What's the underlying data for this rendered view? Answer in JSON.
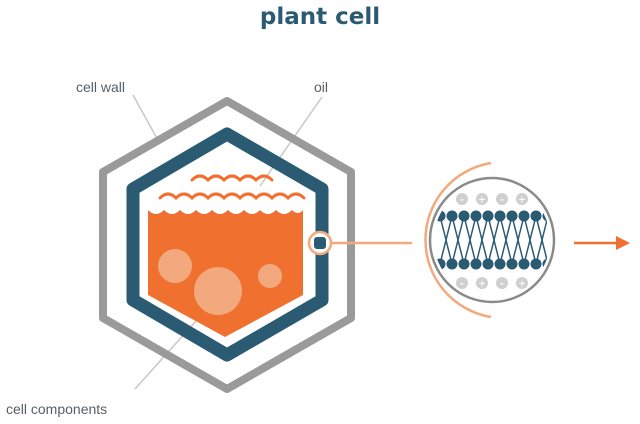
{
  "title": "plant cell",
  "labels": {
    "cell_wall": "cell wall",
    "oil": "oil",
    "cell_components": "cell components"
  },
  "membrane": {
    "charges": [
      "-",
      "+",
      "-",
      "+"
    ]
  },
  "colors": {
    "wall": "#9a9a9a",
    "membrane": "#2b5a73",
    "cytoplasm": "#f07030",
    "oil": "#f07030",
    "highlight": "#f2a97d",
    "pointer": "#c8c8c8",
    "charge_bg": "#cfcfcf"
  },
  "icons": {
    "arrow": "arrow-right-icon"
  }
}
